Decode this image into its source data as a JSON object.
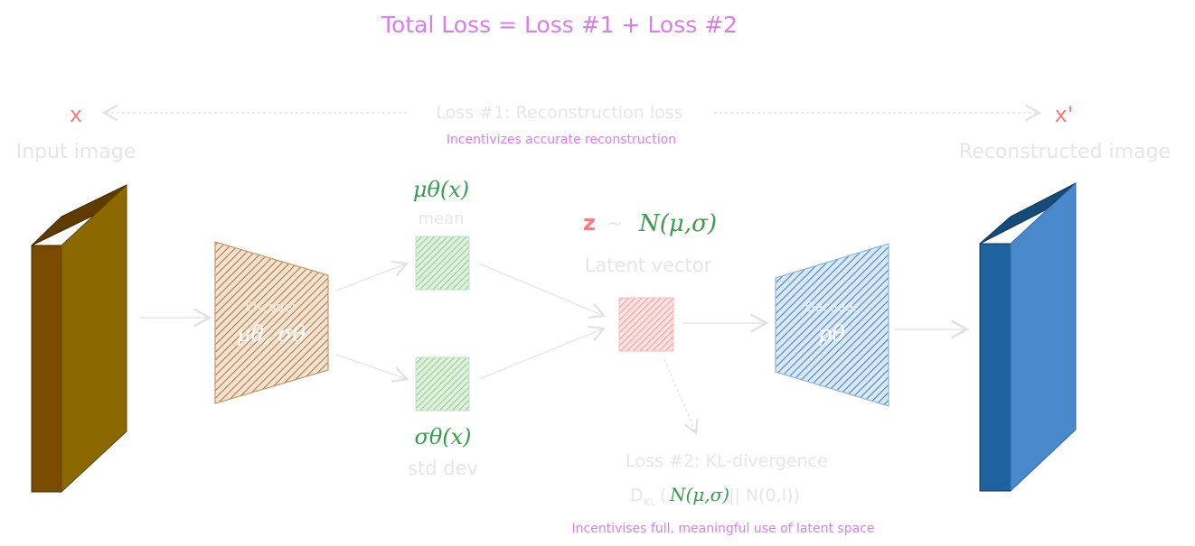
{
  "title": "Total Loss = Loss #1 + Loss #2",
  "input": {
    "symbol": "x",
    "label": "Input image"
  },
  "output": {
    "symbol": "x'",
    "label": "Reconstructed image"
  },
  "loss1": {
    "label": "Loss #1: Reconstruction loss",
    "note": "Incentivizes accurate reconstruction"
  },
  "encoder": {
    "label": "Encoder",
    "params": "μθ, σθ"
  },
  "decoder": {
    "label": "Decoder",
    "params": "pθ"
  },
  "mean": {
    "formula": "μθ(x)",
    "label": "mean"
  },
  "std": {
    "formula": "σθ(x)",
    "label": "std dev"
  },
  "latent": {
    "z": "z",
    "tilde": "~",
    "dist": "N(μ,σ)",
    "label": "Latent vector"
  },
  "loss2": {
    "label": "Loss #2: KL-divergence",
    "kl_prefix": "D",
    "kl_sub": "KL",
    "kl_open": "(",
    "kl_dist": "N(μ,σ)",
    "kl_rest": "|| N(0,I))",
    "note": "Incentivises full, meaningful use of latent space"
  },
  "colors": {
    "title": "#d77ee8",
    "faint": "#e3e3e3",
    "red": "#f08080",
    "green": "#3a9c4e",
    "input_front": "#8c6900",
    "input_side": "#7a4a00",
    "input_top": "#5e3c00",
    "encoder": "#b8844f",
    "decoder": "#4a86c8",
    "output_front": "#4a88cc",
    "output_side": "#1f62a0",
    "output_top": "#164a78"
  }
}
